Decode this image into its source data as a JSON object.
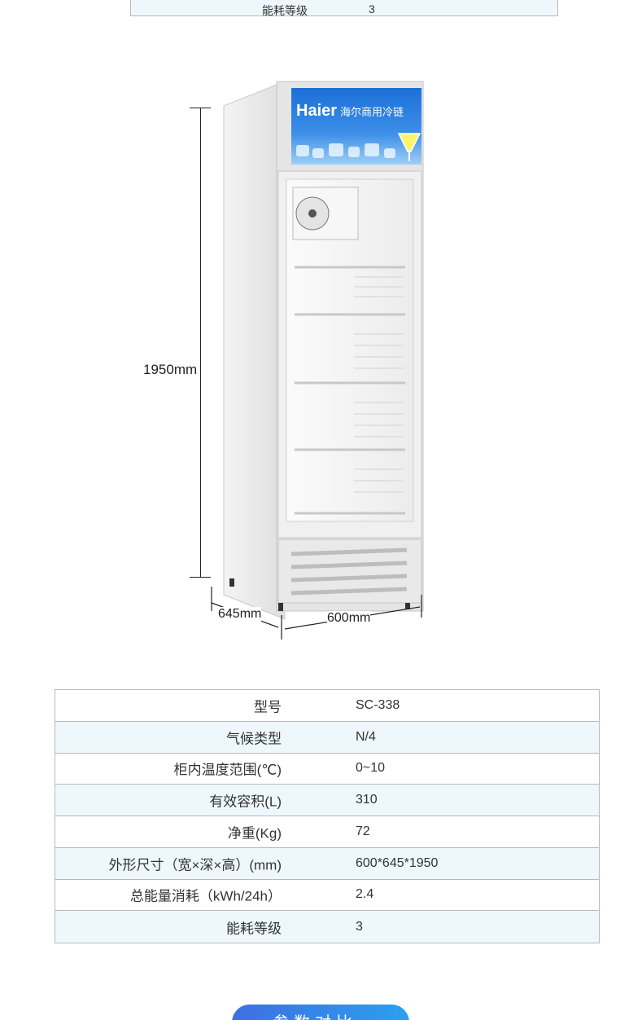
{
  "top_table": {
    "label": "能耗等级",
    "value": "3"
  },
  "illustration": {
    "brand_logo": "Haier",
    "brand_cn": "海尔商用冷链",
    "height_label": "1950mm",
    "depth_label": "645mm",
    "width_label": "600mm"
  },
  "spec": {
    "rows": [
      {
        "label": "型号",
        "value": "SC-338"
      },
      {
        "label": "气候类型",
        "value": "N/4"
      },
      {
        "label": "柜内温度范围(℃)",
        "value": "0~10"
      },
      {
        "label": "有效容积(L)",
        "value": "310"
      },
      {
        "label": "净重(Kg)",
        "value": "72"
      },
      {
        "label": "外形尺寸（宽×深×高）(mm)",
        "value": "600*645*1950"
      },
      {
        "label": "总能量消耗（kWh/24h）",
        "value": "2.4"
      },
      {
        "label": "能耗等级",
        "value": "3"
      }
    ]
  },
  "bottom_button": {
    "label": "参数对比"
  },
  "colors": {
    "table_alt_bg": "#eef8fc",
    "border": "#b9b9b9",
    "accent_blue": "#2f7fe8"
  }
}
